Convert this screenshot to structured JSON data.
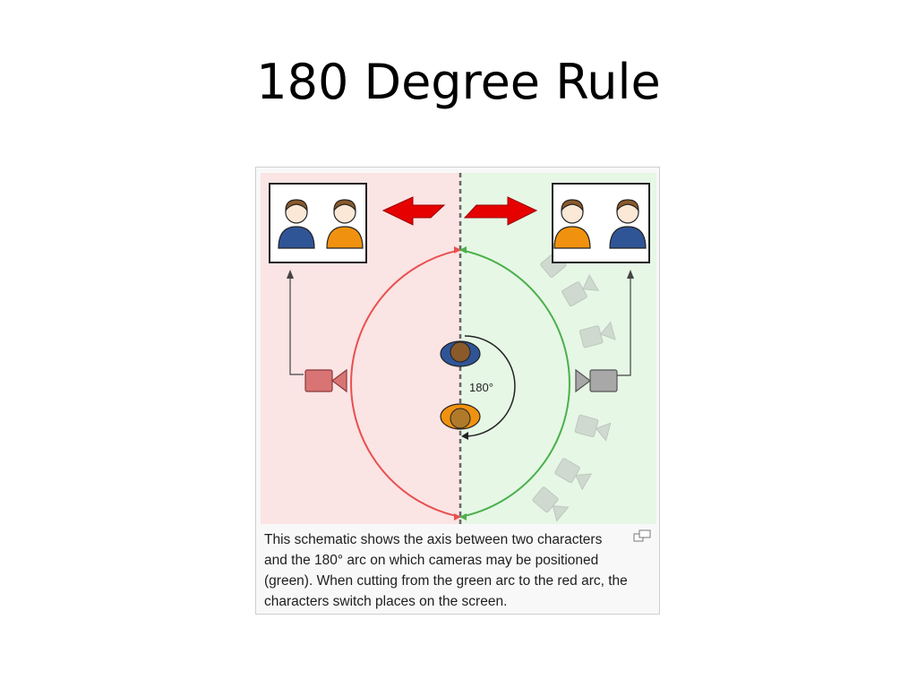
{
  "slide": {
    "title": "180 Degree Rule"
  },
  "figure": {
    "caption_lines": [
      "This schematic shows the axis between two characters",
      "and the 180° arc on which cameras may be positioned",
      "(green). When cutting from the green arc to the red arc, the",
      "characters switch places on the screen."
    ],
    "angle_label": "180°",
    "icons": [
      "enlarge-icon",
      "camera-icon",
      "person-icon",
      "double-arrow-icon"
    ],
    "colors": {
      "forbidden_zone": "#fbe4e4",
      "allowed_zone": "#e6f7e6",
      "red_arc": "#e85050",
      "green_arc": "#4cb04c",
      "shirt_blue": "#2f5597",
      "shirt_orange": "#f0920f",
      "arrow_red": "#e60000"
    }
  }
}
